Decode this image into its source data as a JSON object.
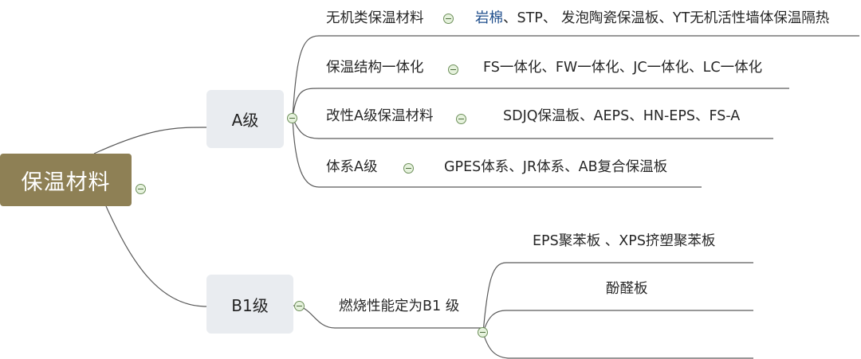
{
  "root": {
    "label": "保温材料"
  },
  "class_a": {
    "label": "A级",
    "items": [
      {
        "label": "无机类保温材料",
        "lead": "岩棉",
        "details": "、STP、 发泡陶瓷保温板、YT无机活性墙体保温隔热"
      },
      {
        "label": "保温结构一体化",
        "details": "FS一体化、FW一体化、JC一体化、LC一体化"
      },
      {
        "label": "改性A级保温材料",
        "details": "SDJQ保温板、AEPS、HN-EPS、FS-A"
      },
      {
        "label": "体系A级",
        "details": "GPES体系、JR体系、AB复合保温板"
      }
    ]
  },
  "class_b1": {
    "label": "B1级",
    "criterion": "燃烧性能定为B1 级",
    "items": [
      {
        "label": "EPS聚苯板 、XPS挤塑聚苯板"
      },
      {
        "label": "酚醛板"
      },
      {
        "label": ""
      }
    ]
  },
  "colors": {
    "root_fill": "#8e8055",
    "box_fill": "#e9ecf0",
    "line": "#5a5a5a",
    "toggle_fill": "#e6f2dd",
    "toggle_border": "#6d8f5a",
    "highlight_text": "#1f4e8c"
  }
}
